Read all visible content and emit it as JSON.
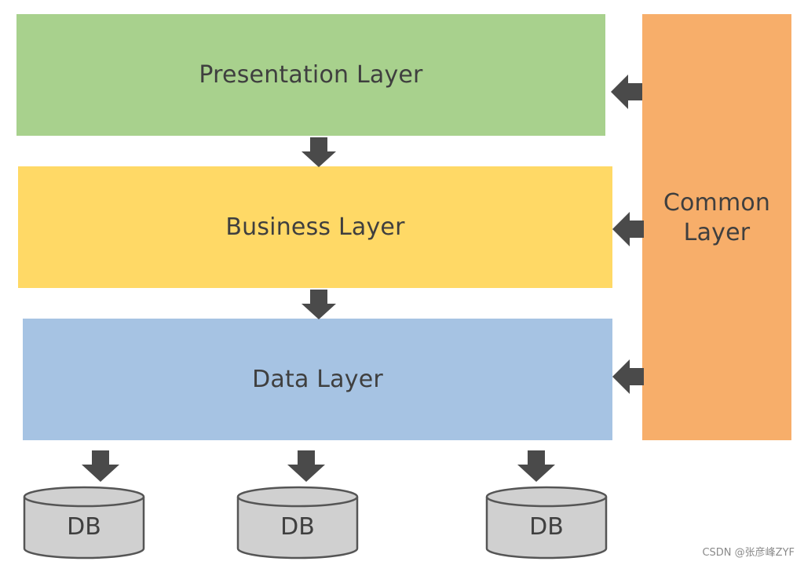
{
  "layers": {
    "presentation": {
      "label": "Presentation Layer",
      "color": "#a8d18d"
    },
    "business": {
      "label": "Business Layer",
      "color": "#ffd966"
    },
    "data": {
      "label": "Data Layer",
      "color": "#a6c3e3"
    },
    "common": {
      "label_line1": "Common",
      "label_line2": "Layer",
      "color": "#f7ae6a"
    }
  },
  "databases": [
    {
      "label": "DB"
    },
    {
      "label": "DB"
    },
    {
      "label": "DB"
    }
  ],
  "arrow_color": "#4a4a4a",
  "db_fill": "#d0d0d0",
  "watermark": "CSDN @张彦峰ZYF"
}
